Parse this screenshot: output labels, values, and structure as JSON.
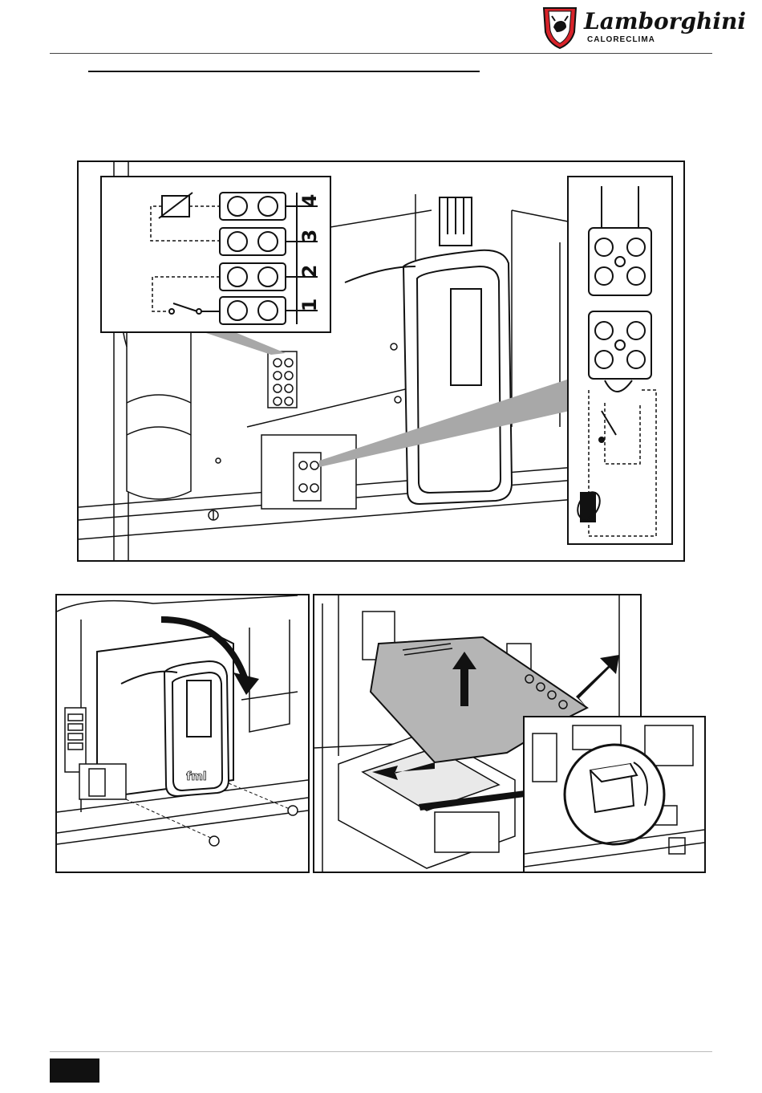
{
  "header": {
    "brand_name": "Lamborghini",
    "brand_sub": "CALORECLIMA"
  },
  "figure_top": {
    "terminal_numbers": [
      "4",
      "3",
      "2",
      "1"
    ]
  },
  "figure_bottom_left": {
    "panel_label": "fml"
  },
  "colors": {
    "line": "#111111",
    "gray_callout": "#a8a8a8",
    "plate_gray": "#b5b5b5",
    "logo_red": "#d8232a"
  }
}
